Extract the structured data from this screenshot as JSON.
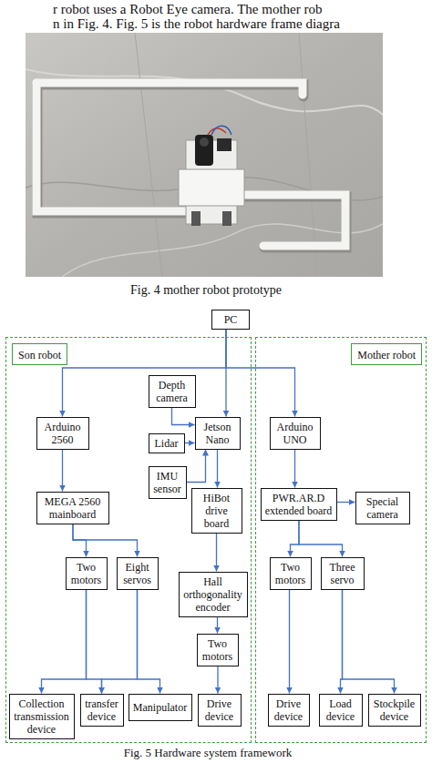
{
  "diagram": {
    "caption": "Fig. 5 Hardware system framework",
    "nodes": [
      {
        "text": [
          "PC"
        ]
      },
      {
        "text": [
          "Son robot"
        ]
      },
      {
        "text": [
          "Mother robot"
        ]
      },
      {
        "text": [
          "Depth camera"
        ],
        "in": 1
      },
      {
        "text": [
          "Arduino 2560"
        ],
        "in": 1
      },
      {
        "text": [
          "Lidar"
        ],
        "in": 1
      },
      {
        "text": [
          "Jetson Nano"
        ],
        "in": 1
      },
      {
        "text": [
          "Arduino UNO"
        ],
        "in": 2
      },
      {
        "text": [
          "IMU sensor"
        ],
        "in": 1
      },
      {
        "text": [
          "MEGA 2560 mainboard"
        ],
        "in": 1
      },
      {
        "text": [
          "HiBot drive board"
        ],
        "in": 1
      },
      {
        "text": [
          "PWR.AR.D extended board"
        ],
        "in": 2
      },
      {
        "text": [
          "Special camera"
        ],
        "in": 2
      },
      {
        "text": [
          "Two motors"
        ],
        "in": 1
      },
      {
        "text": [
          "Eight servos"
        ],
        "in": 1
      },
      {
        "text": [
          "Two motors"
        ],
        "in": 2
      },
      {
        "text": [
          "Three servo"
        ],
        "in": 2
      },
      {
        "text": [
          "Hall orthogonality encoder"
        ],
        "in": 1
      },
      {
        "text": [
          "Two motors"
        ],
        "in": 1
      },
      {
        "text": [
          "Collection transmission device"
        ],
        "in": 1
      },
      {
        "text": [
          "transfer device"
        ],
        "in": 1
      },
      {
        "text": [
          "Manipulator"
        ],
        "in": 1
      },
      {
        "text": [
          "Drive device"
        ],
        "in": 1
      },
      {
        "text": [
          "Drive device"
        ],
        "in": 2
      },
      {
        "text": [
          "Load device"
        ],
        "in": 2
      },
      {
        "text": [
          "Stockpile device"
        ],
        "in": 2
      }
    ],
    "edges": [
      {
        "from": 0,
        "to": 6,
        "arrow": "to"
      },
      {
        "from": 0,
        "to": 4,
        "arrow": "to"
      },
      {
        "from": 0,
        "to": 7,
        "arrow": "to"
      },
      {
        "from": 3,
        "to": 6,
        "arrow": "to"
      },
      {
        "from": 5,
        "to": 6,
        "arrow": "to"
      },
      {
        "from": 8,
        "to": 6,
        "arrow": "to"
      },
      {
        "from": 4,
        "to": 9,
        "arrow": "to"
      },
      {
        "from": 6,
        "to": 10,
        "arrow": "to"
      },
      {
        "from": 7,
        "to": 11,
        "arrow": "to"
      },
      {
        "from": 11,
        "to": 12,
        "arrow": "to"
      },
      {
        "from": 9,
        "to": 13,
        "arrow": "to"
      },
      {
        "from": 9,
        "to": 14,
        "arrow": "to"
      },
      {
        "from": 10,
        "to": 17,
        "arrow": "to"
      },
      {
        "from": 11,
        "to": 15,
        "arrow": "to"
      },
      {
        "from": 11,
        "to": 16,
        "arrow": "to"
      },
      {
        "from": 17,
        "to": 18,
        "arrow": "to"
      },
      {
        "from": 13,
        "to": 19,
        "arrow": "to"
      },
      {
        "from": 13,
        "to": 20,
        "arrow": "to"
      },
      {
        "from": 14,
        "to": 20,
        "arrow": "to"
      },
      {
        "from": 14,
        "to": 21,
        "arrow": "to"
      },
      {
        "from": 18,
        "to": 22,
        "arrow": "to"
      },
      {
        "from": 15,
        "to": 23,
        "arrow": "to"
      },
      {
        "from": 16,
        "to": 24,
        "arrow": "to"
      },
      {
        "from": 16,
        "to": 25,
        "arrow": "to"
      }
    ],
    "labels": [
      "r robot uses a Robot Eye camera. The mother rob",
      "n in Fig. 4. Fig. 5 is the robot hardware frame diagra",
      "Fig. 4 mother robot prototype"
    ]
  }
}
